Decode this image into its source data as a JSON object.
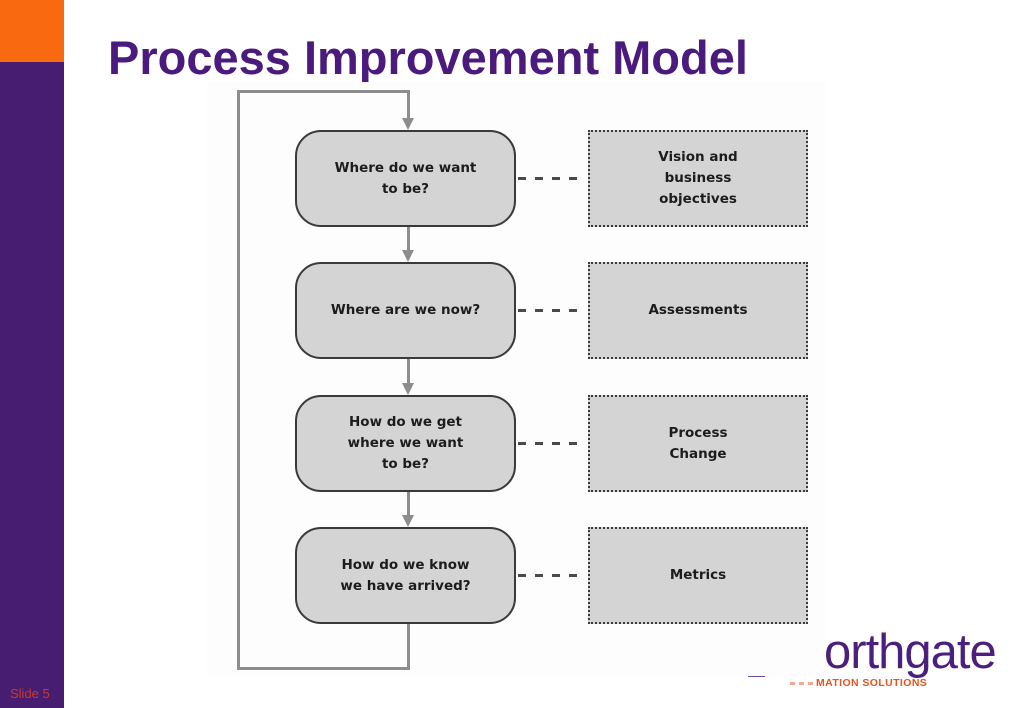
{
  "slide": {
    "title": "Process Improvement Model",
    "slide_number": "Slide 5"
  },
  "diagram": {
    "rows": [
      {
        "question": "Where do we want\nto be?",
        "output": "Vision and\nbusiness\nobjectives"
      },
      {
        "question": "Where are we now?",
        "output": "Assessments"
      },
      {
        "question": "How do we get\nwhere we want\nto be?",
        "output": "Process\nChange"
      },
      {
        "question": "How do we know\nwe have arrived?",
        "output": "Metrics"
      }
    ]
  },
  "logo": {
    "text": "orthgate",
    "tagline": "MATION SOLUTIONS"
  },
  "colors": {
    "brand_purple": "#4b1f7d",
    "brand_orange": "#f9690f",
    "sidebar_purple": "#471d72",
    "title_purple": "#4a1a7c",
    "slide_number_red": "#ce3a1d",
    "box_fill": "#d4d4d4",
    "box_border": "#3a3a3a",
    "connector_gray": "#8d8d8d",
    "tagline_orange": "#e2551f"
  }
}
